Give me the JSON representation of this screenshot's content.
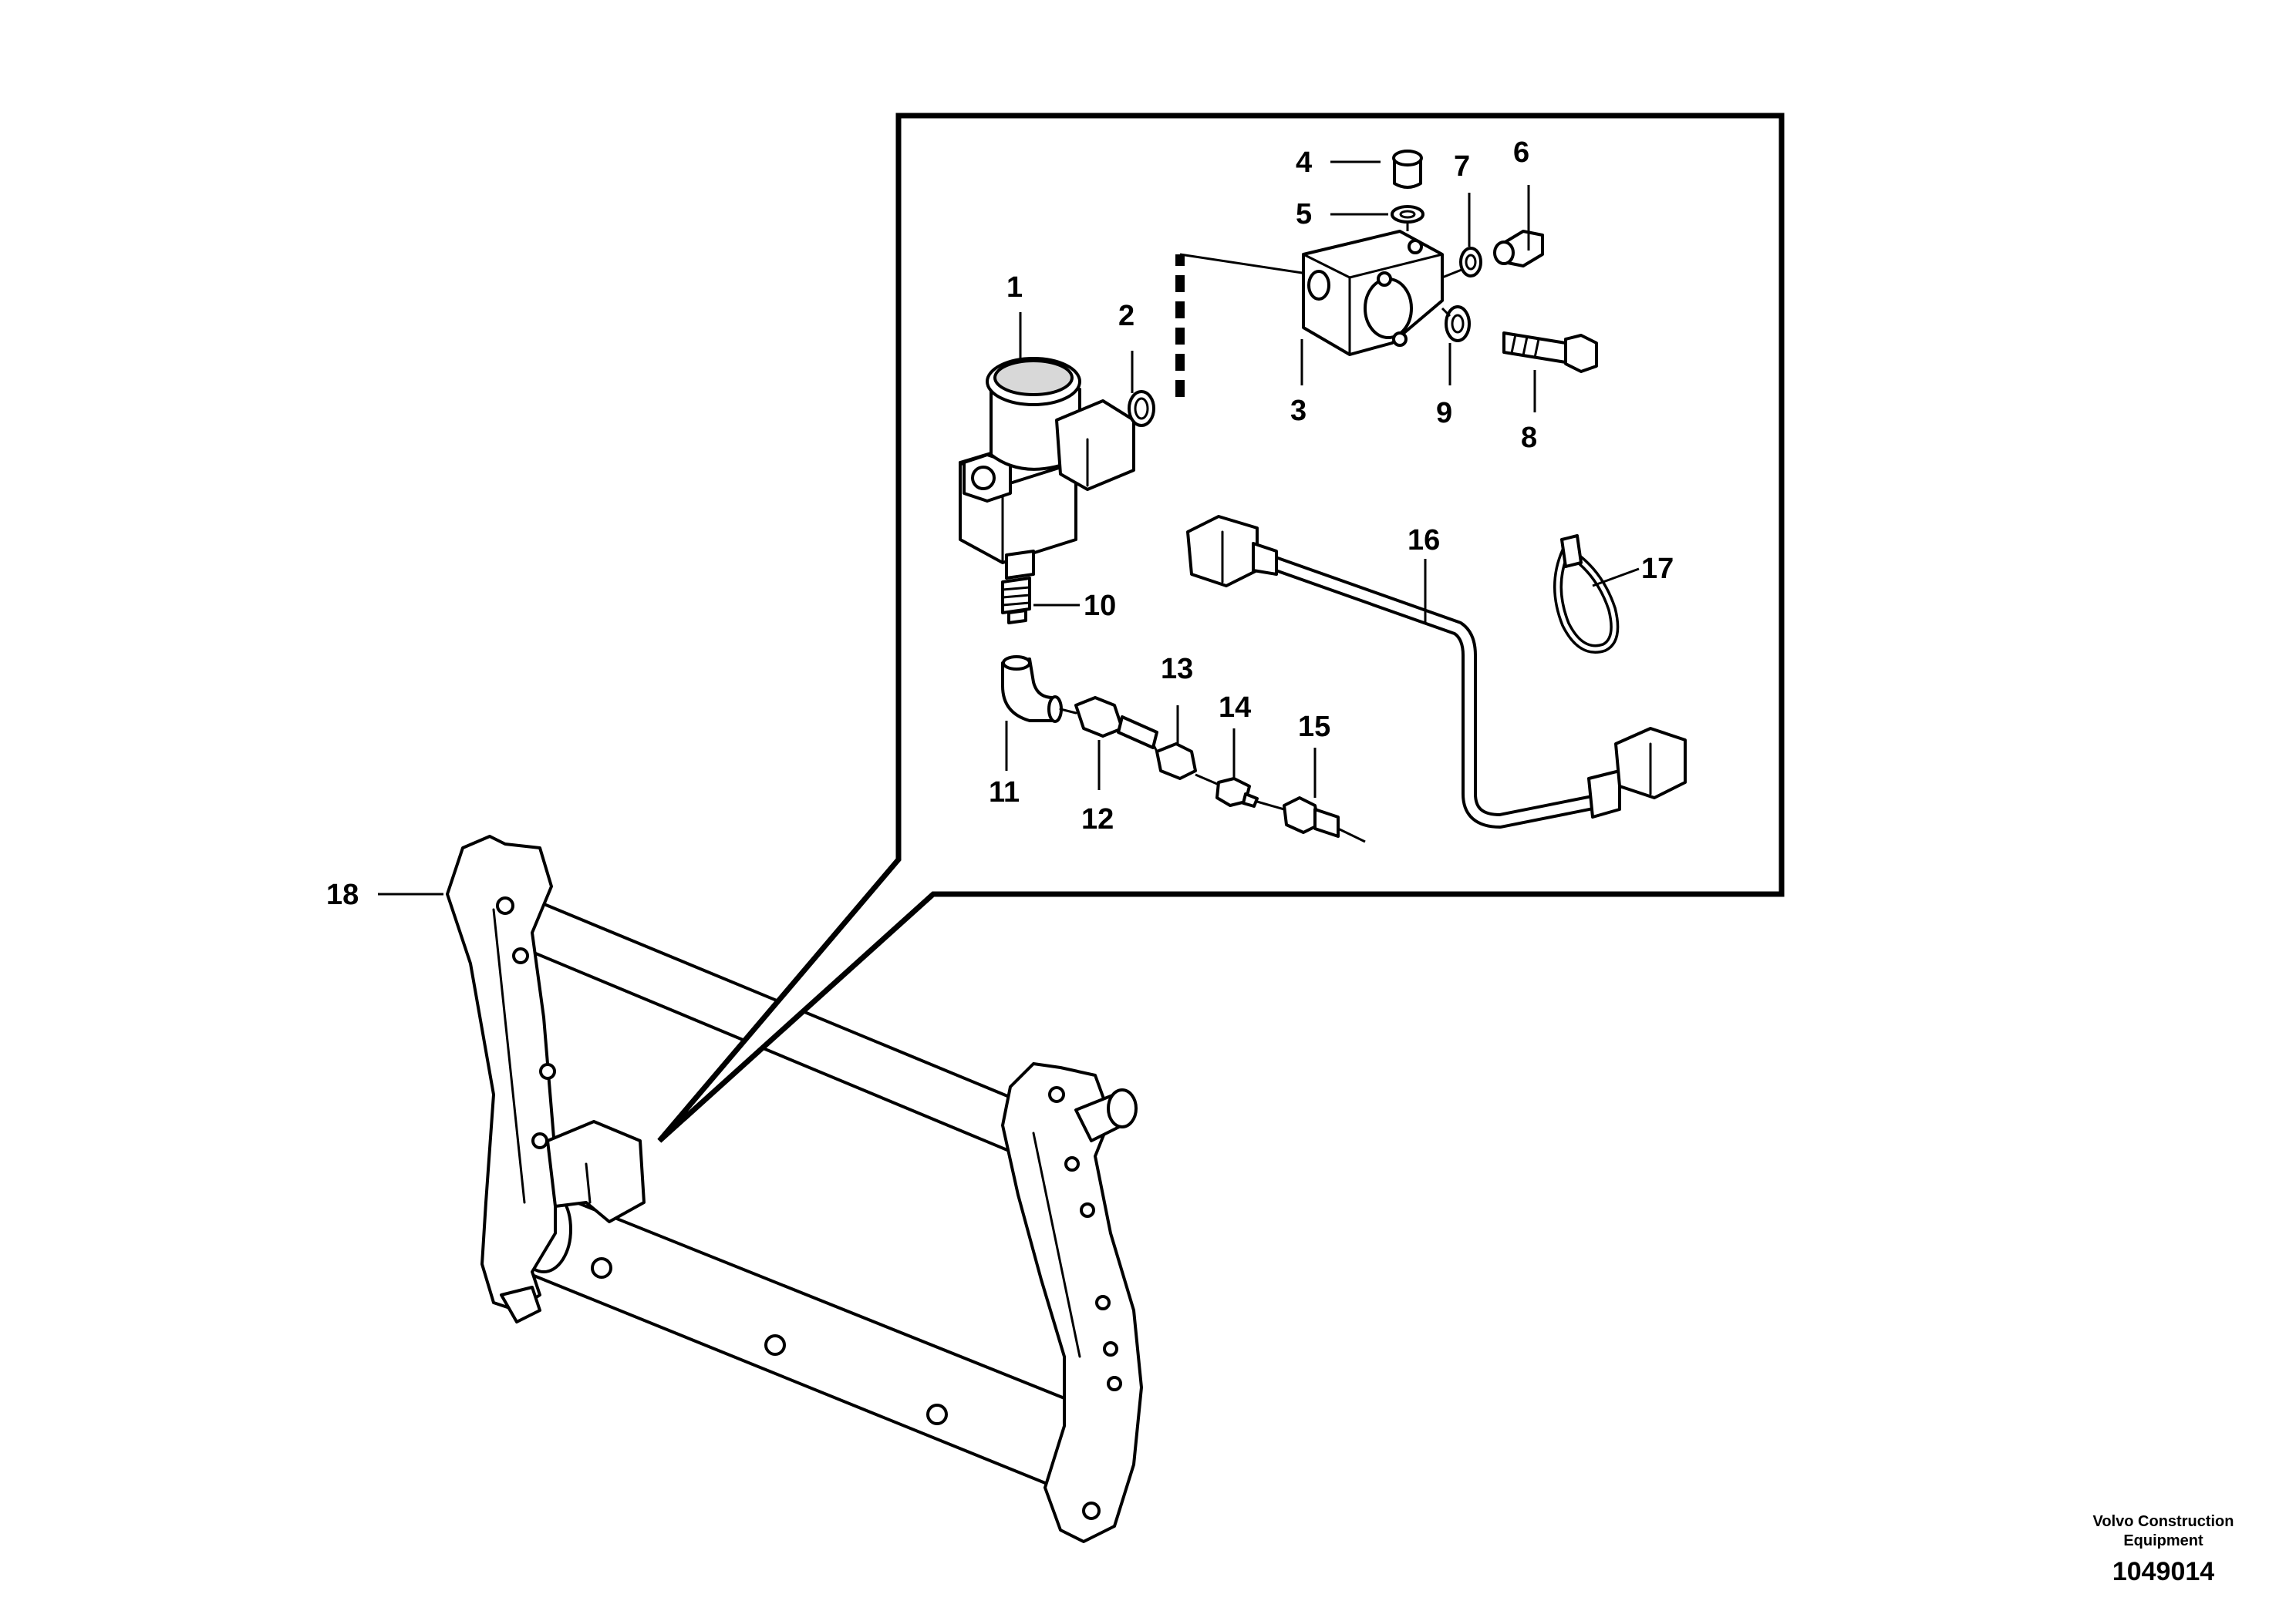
{
  "callouts": {
    "c1": "1",
    "c2": "2",
    "c3": "3",
    "c4": "4",
    "c5": "5",
    "c6": "6",
    "c7": "7",
    "c8": "8",
    "c9": "9",
    "c10": "10",
    "c11": "11",
    "c12": "12",
    "c13": "13",
    "c14": "14",
    "c15": "15",
    "c16": "16",
    "c17": "17",
    "c18": "18"
  },
  "credit": {
    "line1": "Volvo Construction",
    "line2": "Equipment",
    "drawing_number": "1049014"
  }
}
